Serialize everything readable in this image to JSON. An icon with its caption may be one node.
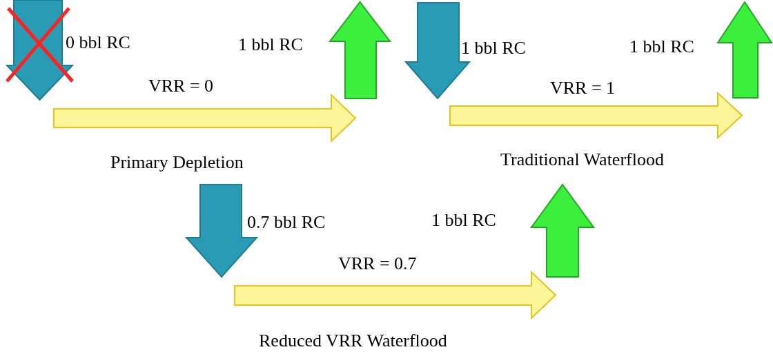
{
  "diagram": {
    "labels": [
      "0 bbl RC",
      "1 bbl RC",
      "1 bbl RC",
      "1 bbl RC",
      "VRR = 0",
      "VRR = 1",
      "Primary Depletion",
      "Traditional Waterflood",
      "0.7 bbl RC",
      "1 bbl RC",
      "VRR = 0.7",
      "Reduced VRR Waterflood"
    ]
  }
}
